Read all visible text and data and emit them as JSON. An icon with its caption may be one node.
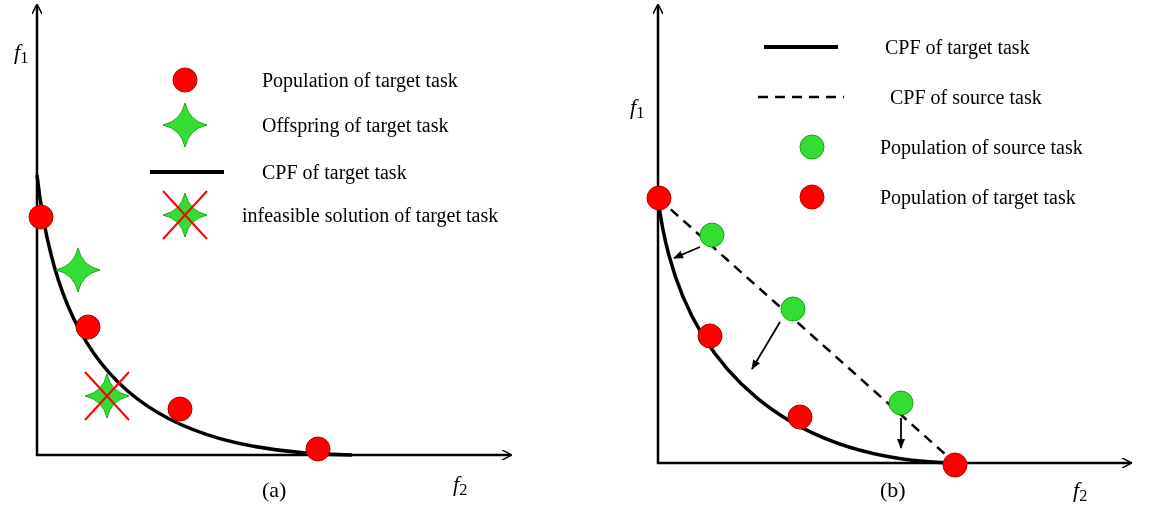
{
  "diagram": {
    "labels": [
      "*f*$_{1}$",
      "*f*$_{2}$",
      "(a)",
      "*f*$_{1}$",
      "*f*$_{2}$",
      "(b)"
    ],
    "legend": [
      {
        "text": "Population of target task"
      },
      {
        "text": "Offspring of target task"
      },
      {
        "text": "CPF of target task"
      },
      {
        "text": "infeasible solution of target task"
      },
      {
        "text": "CPF of target task"
      },
      {
        "text": "CPF of source task"
      },
      {
        "text": "Population of source task"
      },
      {
        "text": "Population of target task"
      }
    ]
  }
}
